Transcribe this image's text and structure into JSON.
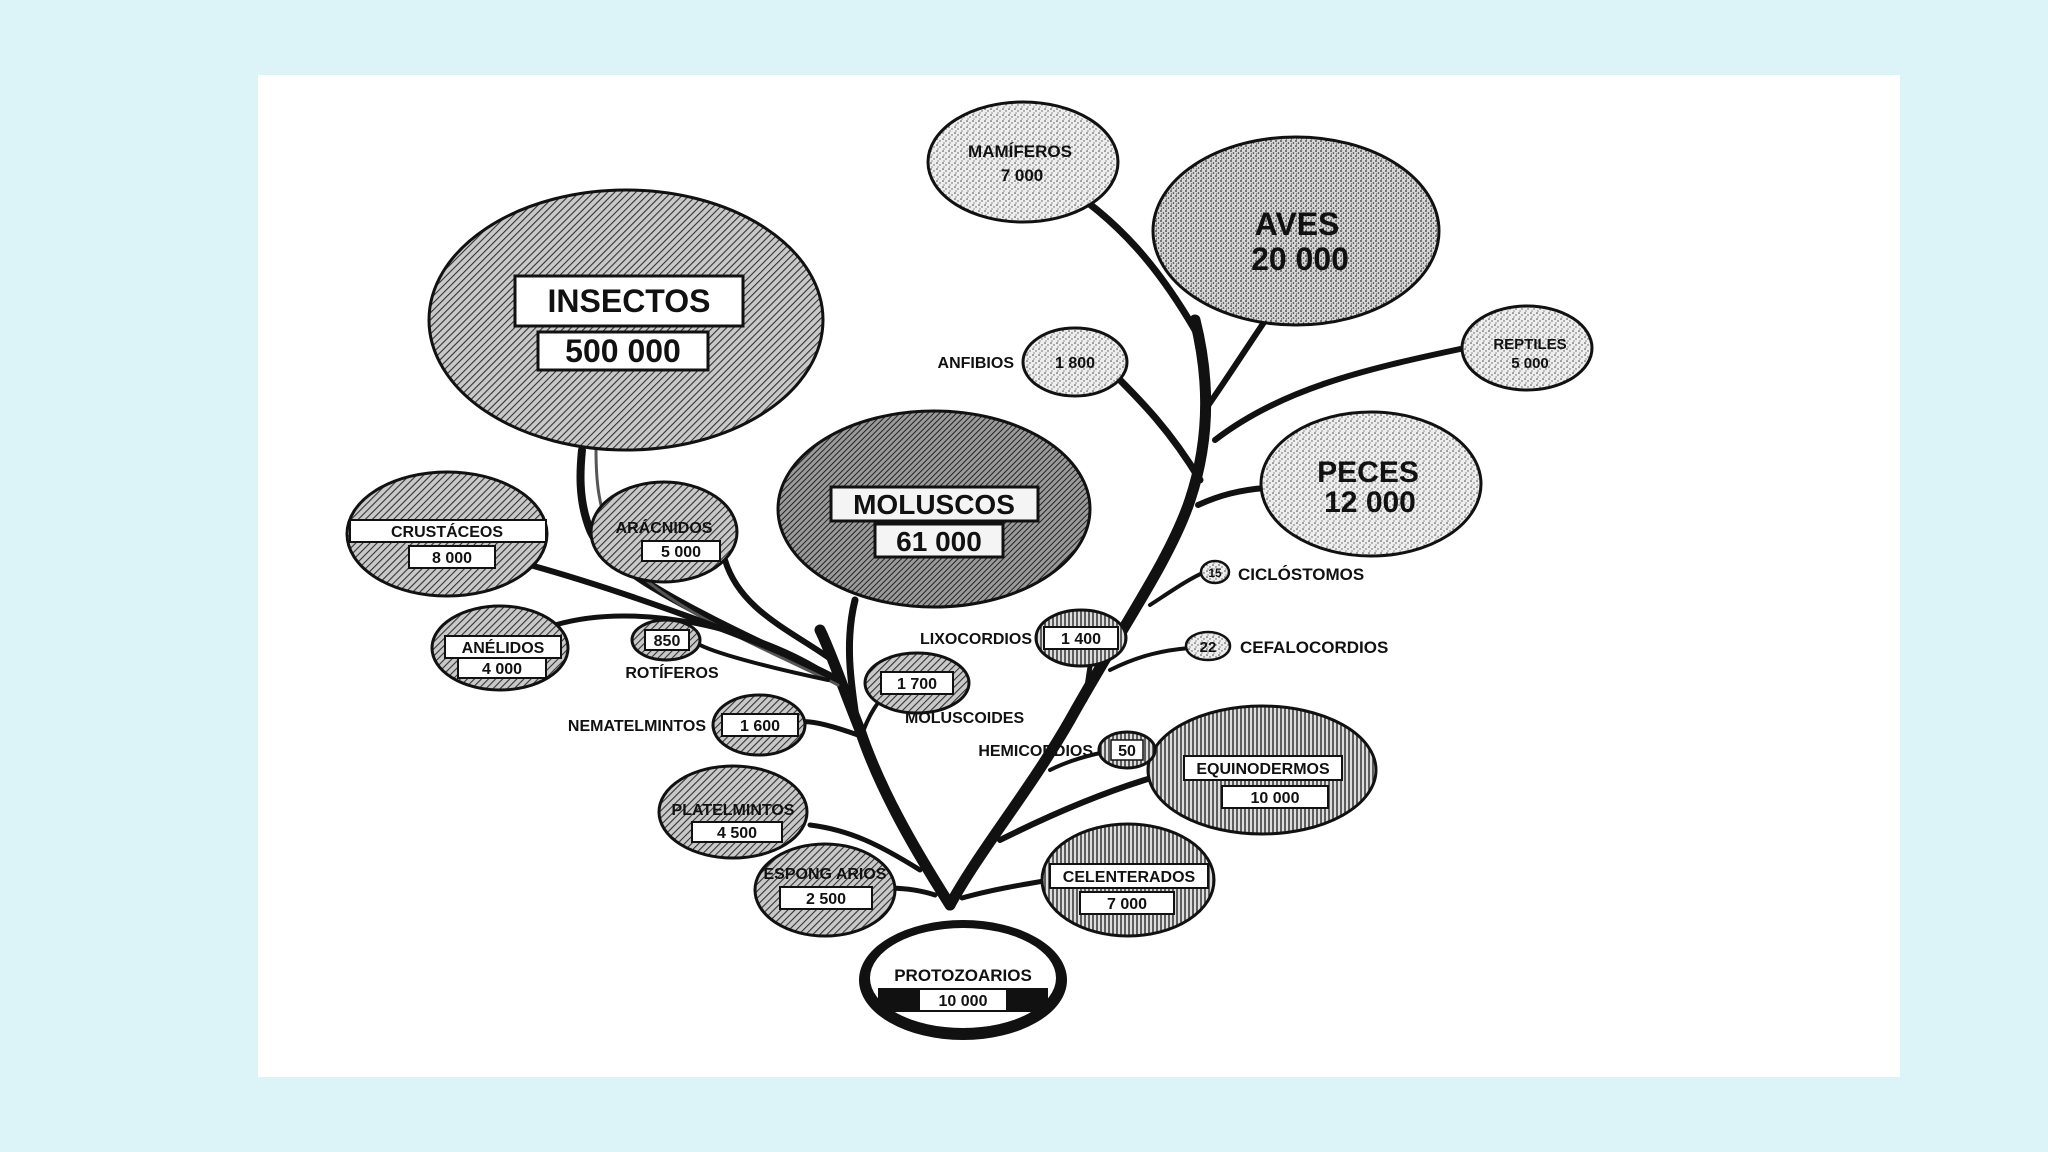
{
  "diagram": {
    "nodes": [
      {
        "id": "protozoarios",
        "name": "PROTOZOARIOS",
        "count": "10 000"
      },
      {
        "id": "insectos",
        "name": "INSECTOS",
        "count": "500 000"
      },
      {
        "id": "moluscos",
        "name": "MOLUSCOS",
        "count": "61 000"
      },
      {
        "id": "crustaceos",
        "name": "CRUSTÁCEOS",
        "count": "8 000"
      },
      {
        "id": "aracnidos",
        "name": "ARÁCNIDOS",
        "count": "5 000"
      },
      {
        "id": "anelidos",
        "name": "ANÉLIDOS",
        "count": "4 000"
      },
      {
        "id": "rotiferos",
        "name": "ROTÍFEROS",
        "count": "850"
      },
      {
        "id": "nematelmintos",
        "name": "NEMATELMINTOS",
        "count": "1 600"
      },
      {
        "id": "platelmintos",
        "name": "PLATELMINTOS",
        "count": "4 500"
      },
      {
        "id": "espongiarios",
        "name": "ESPONG ARIOS",
        "count": "2 500"
      },
      {
        "id": "moluscoides",
        "name": "MOLUSCOIDES",
        "count": "1 700"
      },
      {
        "id": "celenterados",
        "name": "CELENTERADOS",
        "count": "7 000"
      },
      {
        "id": "equinodermos",
        "name": "EQUINODERMOS",
        "count": "10 000"
      },
      {
        "id": "hemicordios",
        "name": "HEMICORDIOS",
        "count": "50"
      },
      {
        "id": "lixocordios",
        "name": "LIXOCORDIOS",
        "count": "1 400"
      },
      {
        "id": "cefalocordios",
        "name": "CEFALOCORDIOS",
        "count": "22"
      },
      {
        "id": "ciclostomos",
        "name": "CICLÓSTOMOS",
        "count": "15"
      },
      {
        "id": "peces",
        "name": "PECES",
        "count": "12 000"
      },
      {
        "id": "anfibios",
        "name": "ANFIBIOS",
        "count": "1 800"
      },
      {
        "id": "reptiles",
        "name": "REPTILES",
        "count": "5 000"
      },
      {
        "id": "aves",
        "name": "AVES",
        "count": "20 000"
      },
      {
        "id": "mamiferos",
        "name": "MAMÍFEROS",
        "count": "7 000"
      }
    ]
  }
}
